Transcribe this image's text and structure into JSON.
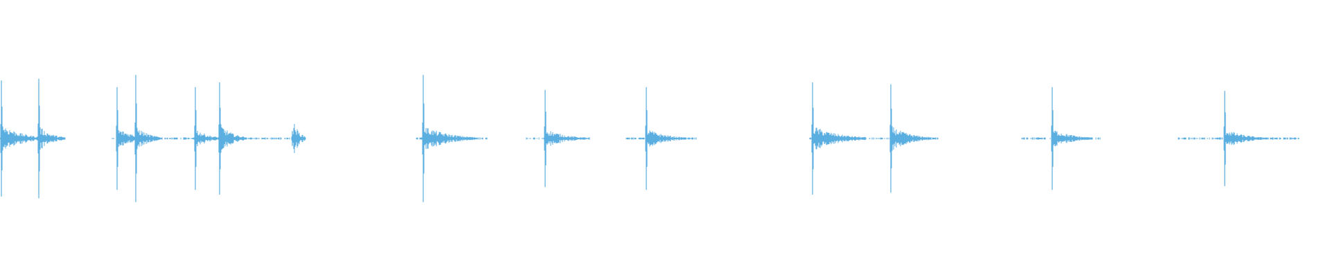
{
  "waveform": {
    "color": "#5aaee0",
    "peak_scale": 1.0,
    "events": [
      {
        "t": 0.001,
        "amp": 0.62,
        "tail": 0.03,
        "tail_amp": 0.06
      },
      {
        "t": 0.029,
        "amp": 0.64,
        "tail": 0.02,
        "tail_amp": 0.05
      },
      {
        "t": 0.088,
        "amp": 0.55,
        "tail": 0.03,
        "tail_amp": 0.04
      },
      {
        "t": 0.102,
        "amp": 0.68,
        "tail": 0.02,
        "tail_amp": 0.05
      },
      {
        "t": 0.147,
        "amp": 0.55,
        "tail": 0.02,
        "tail_amp": 0.04
      },
      {
        "t": 0.165,
        "amp": 0.6,
        "tail": 0.02,
        "tail_amp": 0.06
      },
      {
        "t": 0.22,
        "amp": 0.08,
        "tail": 0.01,
        "tail_amp": 0.08
      },
      {
        "t": 0.318,
        "amp": 0.68,
        "tail": 0.04,
        "tail_amp": 0.05
      },
      {
        "t": 0.41,
        "amp": 0.52,
        "tail": 0.03,
        "tail_amp": 0.04
      },
      {
        "t": 0.486,
        "amp": 0.55,
        "tail": 0.03,
        "tail_amp": 0.04
      },
      {
        "t": 0.611,
        "amp": 0.6,
        "tail": 0.04,
        "tail_amp": 0.05
      },
      {
        "t": 0.67,
        "amp": 0.58,
        "tail": 0.03,
        "tail_amp": 0.05
      },
      {
        "t": 0.791,
        "amp": 0.55,
        "tail": 0.03,
        "tail_amp": 0.04
      },
      {
        "t": 0.921,
        "amp": 0.51,
        "tail": 0.03,
        "tail_amp": 0.04
      }
    ],
    "noise_ranges": [
      [
        0.0,
        0.046
      ],
      [
        0.084,
        0.226
      ],
      [
        0.313,
        0.366
      ],
      [
        0.396,
        0.443
      ],
      [
        0.471,
        0.524
      ],
      [
        0.609,
        0.706
      ],
      [
        0.768,
        0.827
      ],
      [
        0.886,
        0.977
      ]
    ]
  }
}
